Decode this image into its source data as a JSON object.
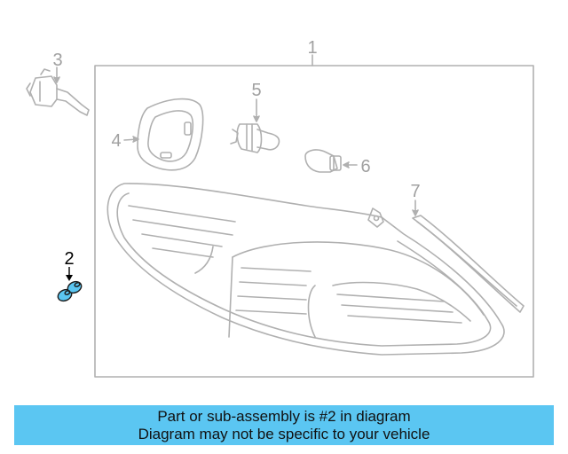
{
  "callouts": {
    "c1": "1",
    "c2": "2",
    "c3": "3",
    "c4": "4",
    "c5": "5",
    "c6": "6",
    "c7": "7"
  },
  "highlight_part": "2",
  "colors": {
    "line": "#b0b0b0",
    "highlight": "#5bc6f2",
    "banner": "#5bc6f2"
  },
  "banner": {
    "line1": "Part or sub-assembly is #2 in diagram",
    "line2": "Diagram may not be specific to your vehicle"
  }
}
